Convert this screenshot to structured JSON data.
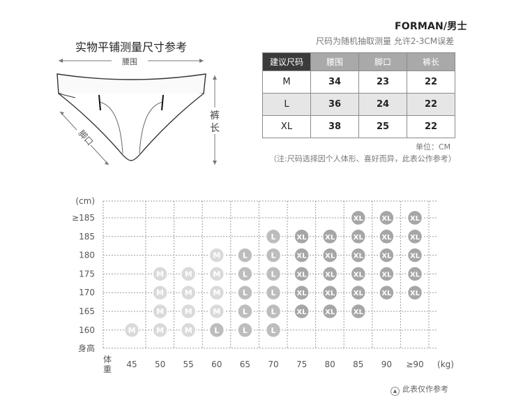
{
  "brand": "FORMAN/男士",
  "diagram": {
    "title": "实物平铺测量尺寸参考",
    "label_waist": "腰围",
    "label_leg": "脚口",
    "label_length_1": "裤",
    "label_length_2": "长"
  },
  "note_random": "尺码为随机抽取测量 允许2-3CM误差",
  "table": {
    "headers": [
      "建议尺码",
      "腰围",
      "脚口",
      "裤长"
    ],
    "rows": [
      [
        "M",
        "34",
        "23",
        "22"
      ],
      [
        "L",
        "36",
        "24",
        "22"
      ],
      [
        "XL",
        "38",
        "25",
        "22"
      ]
    ]
  },
  "unit_note": "单位：CM",
  "disclaimer": "（注:尺码选择因个人体形、喜好而异，此表公作参考）",
  "chart_data": {
    "type": "table",
    "y_unit": "(cm)",
    "y_axis_label": "身高",
    "x_axis_label_1": "体",
    "x_axis_label_2": "重",
    "x_unit": "(kg)",
    "y_categories": [
      "≥185",
      "185",
      "180",
      "175",
      "170",
      "165",
      "160"
    ],
    "x_categories": [
      "45",
      "50",
      "55",
      "60",
      "65",
      "70",
      "75",
      "80",
      "85",
      "90",
      "≥90"
    ],
    "grid": [
      [
        "",
        "",
        "",
        "",
        "",
        "",
        "",
        "",
        "XL",
        "XL",
        "XL"
      ],
      [
        "",
        "",
        "",
        "",
        "",
        "L",
        "XL",
        "XL",
        "XL",
        "XL",
        "XL"
      ],
      [
        "",
        "",
        "",
        "M",
        "L",
        "L",
        "XL",
        "XL",
        "XL",
        "XL",
        "XL"
      ],
      [
        "",
        "M",
        "M",
        "M",
        "L",
        "L",
        "XL",
        "XL",
        "XL",
        "XL",
        "XL"
      ],
      [
        "",
        "M",
        "M",
        "M",
        "L",
        "L",
        "XL",
        "XL",
        "XL",
        "XL",
        "XL"
      ],
      [
        "",
        "M",
        "M",
        "M",
        "L",
        "L",
        "XL",
        "XL",
        "XL",
        "",
        ""
      ],
      [
        "M",
        "M",
        "M",
        "L",
        "L",
        "L",
        "",
        "",
        "",
        "",
        ""
      ]
    ],
    "colors": {
      "M": "#dadada",
      "L": "#bdbdbd",
      "XL": "#a6a6a6",
      "grid": "#9a9a9a"
    }
  },
  "footnote": "此表仅作参考",
  "footnote_icon": "up-arrow-circle-icon"
}
